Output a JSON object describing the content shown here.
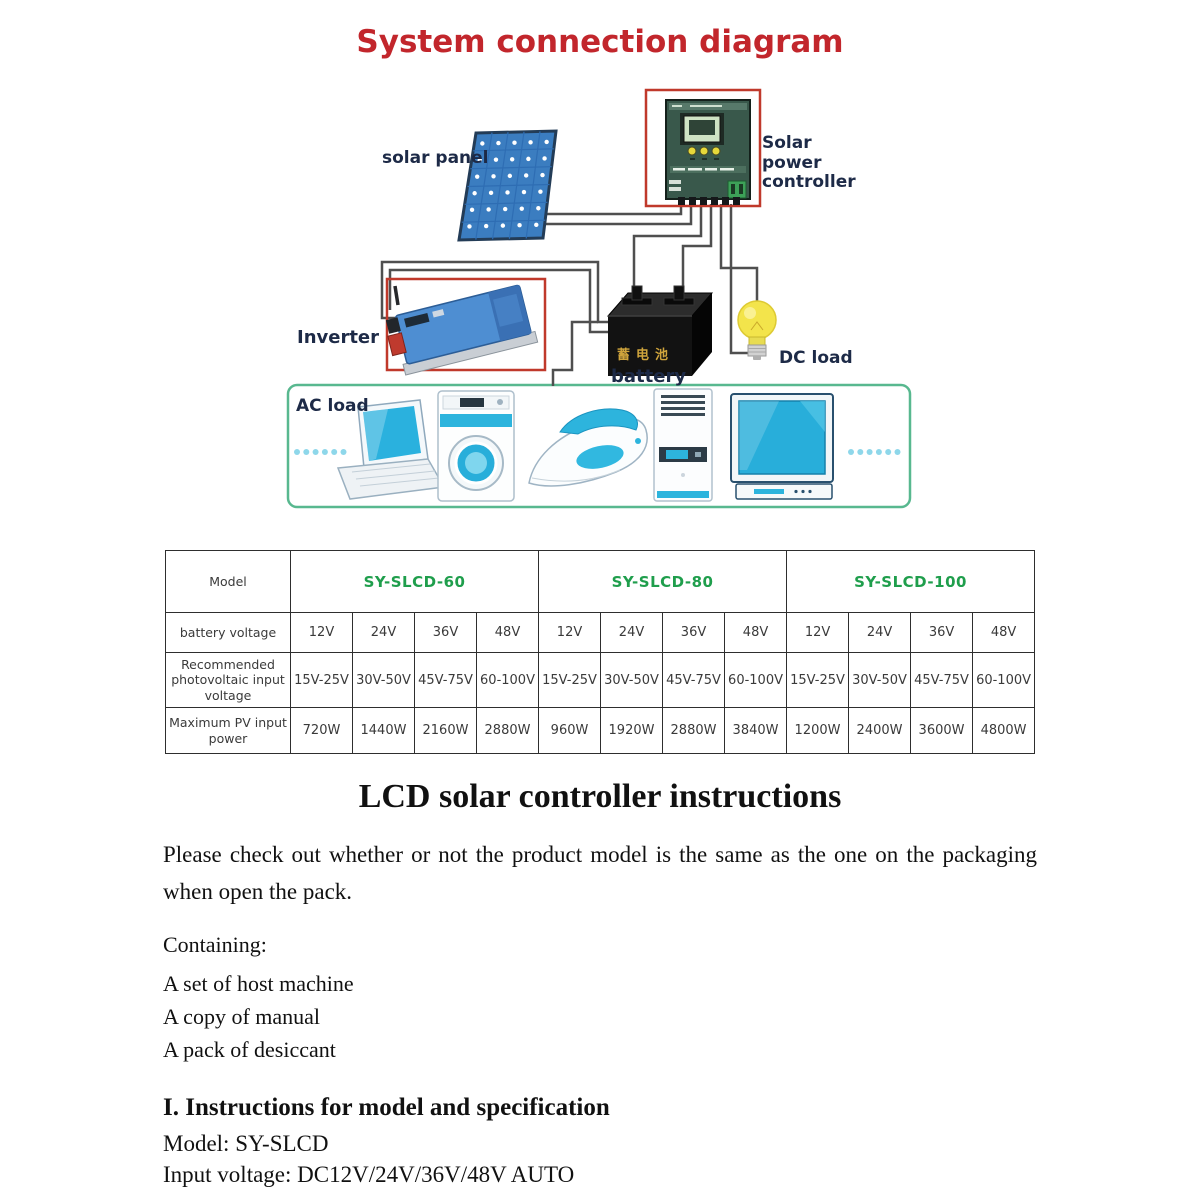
{
  "page": {
    "title": "System connection diagram"
  },
  "diagram": {
    "labels": {
      "solar_panel": "solar panel",
      "controller": "Solar power controller",
      "inverter": "Inverter",
      "battery": "battery",
      "battery_chinese": "蓄电池",
      "dc_load": "DC load",
      "ac_load": "AC load"
    }
  },
  "spec_table": {
    "row_headers": {
      "model": "Model",
      "battery_voltage": "battery voltage",
      "pv_input_voltage": "Recommended photovoltaic input voltage",
      "max_pv_power": "Maximum PV input power"
    },
    "models": [
      {
        "name": "SY-SLCD-60",
        "battery_voltage": [
          "12V",
          "24V",
          "36V",
          "48V"
        ],
        "pv_input_voltage": [
          "15V-25V",
          "30V-50V",
          "45V-75V",
          "60-100V"
        ],
        "max_pv_power": [
          "720W",
          "1440W",
          "2160W",
          "2880W"
        ]
      },
      {
        "name": "SY-SLCD-80",
        "battery_voltage": [
          "12V",
          "24V",
          "36V",
          "48V"
        ],
        "pv_input_voltage": [
          "15V-25V",
          "30V-50V",
          "45V-75V",
          "60-100V"
        ],
        "max_pv_power": [
          "960W",
          "1920W",
          "2880W",
          "3840W"
        ]
      },
      {
        "name": "SY-SLCD-100",
        "battery_voltage": [
          "12V",
          "24V",
          "36V",
          "48V"
        ],
        "pv_input_voltage": [
          "15V-25V",
          "30V-50V",
          "45V-75V",
          "60-100V"
        ],
        "max_pv_power": [
          "1200W",
          "2400W",
          "3600W",
          "4800W"
        ]
      }
    ]
  },
  "instructions": {
    "heading": "LCD solar controller instructions",
    "intro": "Please check out whether or not the product model is the same as the one on the packaging when open the pack.",
    "containing_label": "Containing:",
    "containing_items": [
      "A set of host machine",
      "A copy of manual",
      "A pack of desiccant"
    ],
    "section_heading": "I. Instructions for model and specification",
    "model_line": "Model: SY-SLCD",
    "input_voltage_line": "Input voltage: DC12V/24V/36V/48V AUTO"
  },
  "colors": {
    "title_red": "#c2262c",
    "model_green": "#1f9e4c",
    "wire_gray": "#4f4f4f",
    "panel_blue": "#3b7dc0",
    "appliance_cyan": "#2db4dd",
    "ac_box_green": "#58b88f",
    "bulb_yellow": "#f3e44b",
    "red_box": "#c0392b"
  }
}
